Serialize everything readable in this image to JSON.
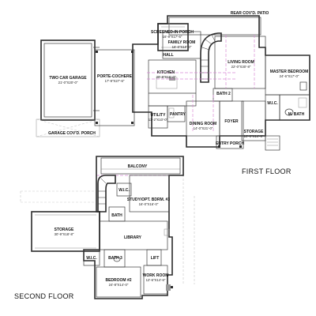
{
  "floors": {
    "first": "FIRST FLOOR",
    "second": "SECOND FLOOR"
  },
  "rooms": {
    "rear_patio": "REAR COV'D. PATIO",
    "screened_porch": "SCREENED-IN PORCH",
    "screened_porch_dim": "16'-9\"X17'-6\"",
    "family_room": "FAMILY ROOM",
    "family_room_dim": "16'-0\"X18'-0\"",
    "hall": "HALL",
    "two_car_garage": "TWO CAR GARAGE",
    "two_car_garage_dim": "21'-0\"X20'-0\"",
    "porte_cochere": "PORTE-COCHERE",
    "porte_cochere_dim": "17'-9\"X27'-6\"",
    "kitchen": "KITCHEN",
    "kitchen_dim": "20'-8\"X16'-0\"",
    "living_room": "LIVING ROOM",
    "living_room_dim": "22'-0\"X30'-8\"",
    "master_bedroom": "MASTER BEDROOM",
    "master_bedroom_dim": "24'-6\"X17'-0\"",
    "bath2": "BATH 2",
    "utility": "UTILITY",
    "utility_dim": "11'-2\"X10'-0\"",
    "pantry": "PANTRY",
    "wic": "W.I.C.",
    "m_bath": "M. BATH",
    "dining_room": "DINING ROOM",
    "dining_room_dim": "14'-0\"X21'-0\"",
    "foyer": "FOYER",
    "storage_first": "STORAGE",
    "storage_first_dim": "10'-0\"X14'-6\"",
    "entry_porch": "ENTRY PORCH",
    "garage_porch": "GARAGE COV'D. PORCH",
    "balcony": "BALCONY",
    "study": "STUDY/OPT. BDRM. #3",
    "study_dim": "16'-0\"X16'-0\"",
    "wic_upper": "W.I.C.",
    "bath_upper": "BATH",
    "storage_second": "STORAGE",
    "storage_second_dim": "30'-9\"X18'-8\"",
    "library": "LIBRARY",
    "wic_lower": "W.I.C.",
    "bath3": "BATH 3",
    "lift": "LIFT",
    "bedroom2": "BEDROOM #2",
    "bedroom2_dim": "24'-8\"X14'-0\"",
    "work_room": "WORK ROOM",
    "work_room_dim": "12'-6\"X14'-6\""
  }
}
